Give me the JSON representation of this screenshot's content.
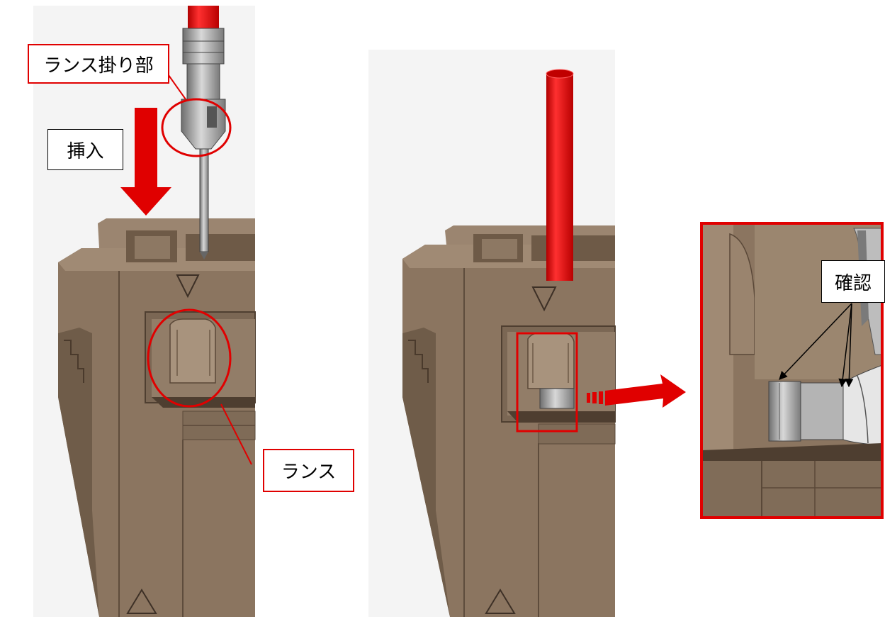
{
  "labels": {
    "lance_hook": "ランス掛り部",
    "insert": "挿入",
    "lance": "ランス",
    "confirm": "確認"
  },
  "colors": {
    "housing": "#8b7560",
    "housing_dark": "#5e4c3c",
    "housing_light": "#a99580",
    "wire_red": "#e01010",
    "annotation_red": "#e00000",
    "terminal_gray": "#9a9a9a"
  },
  "icons": [
    "insert-arrow-icon",
    "callout-circle-icon",
    "zoom-arrow-icon",
    "pointer-arrow-icon"
  ]
}
